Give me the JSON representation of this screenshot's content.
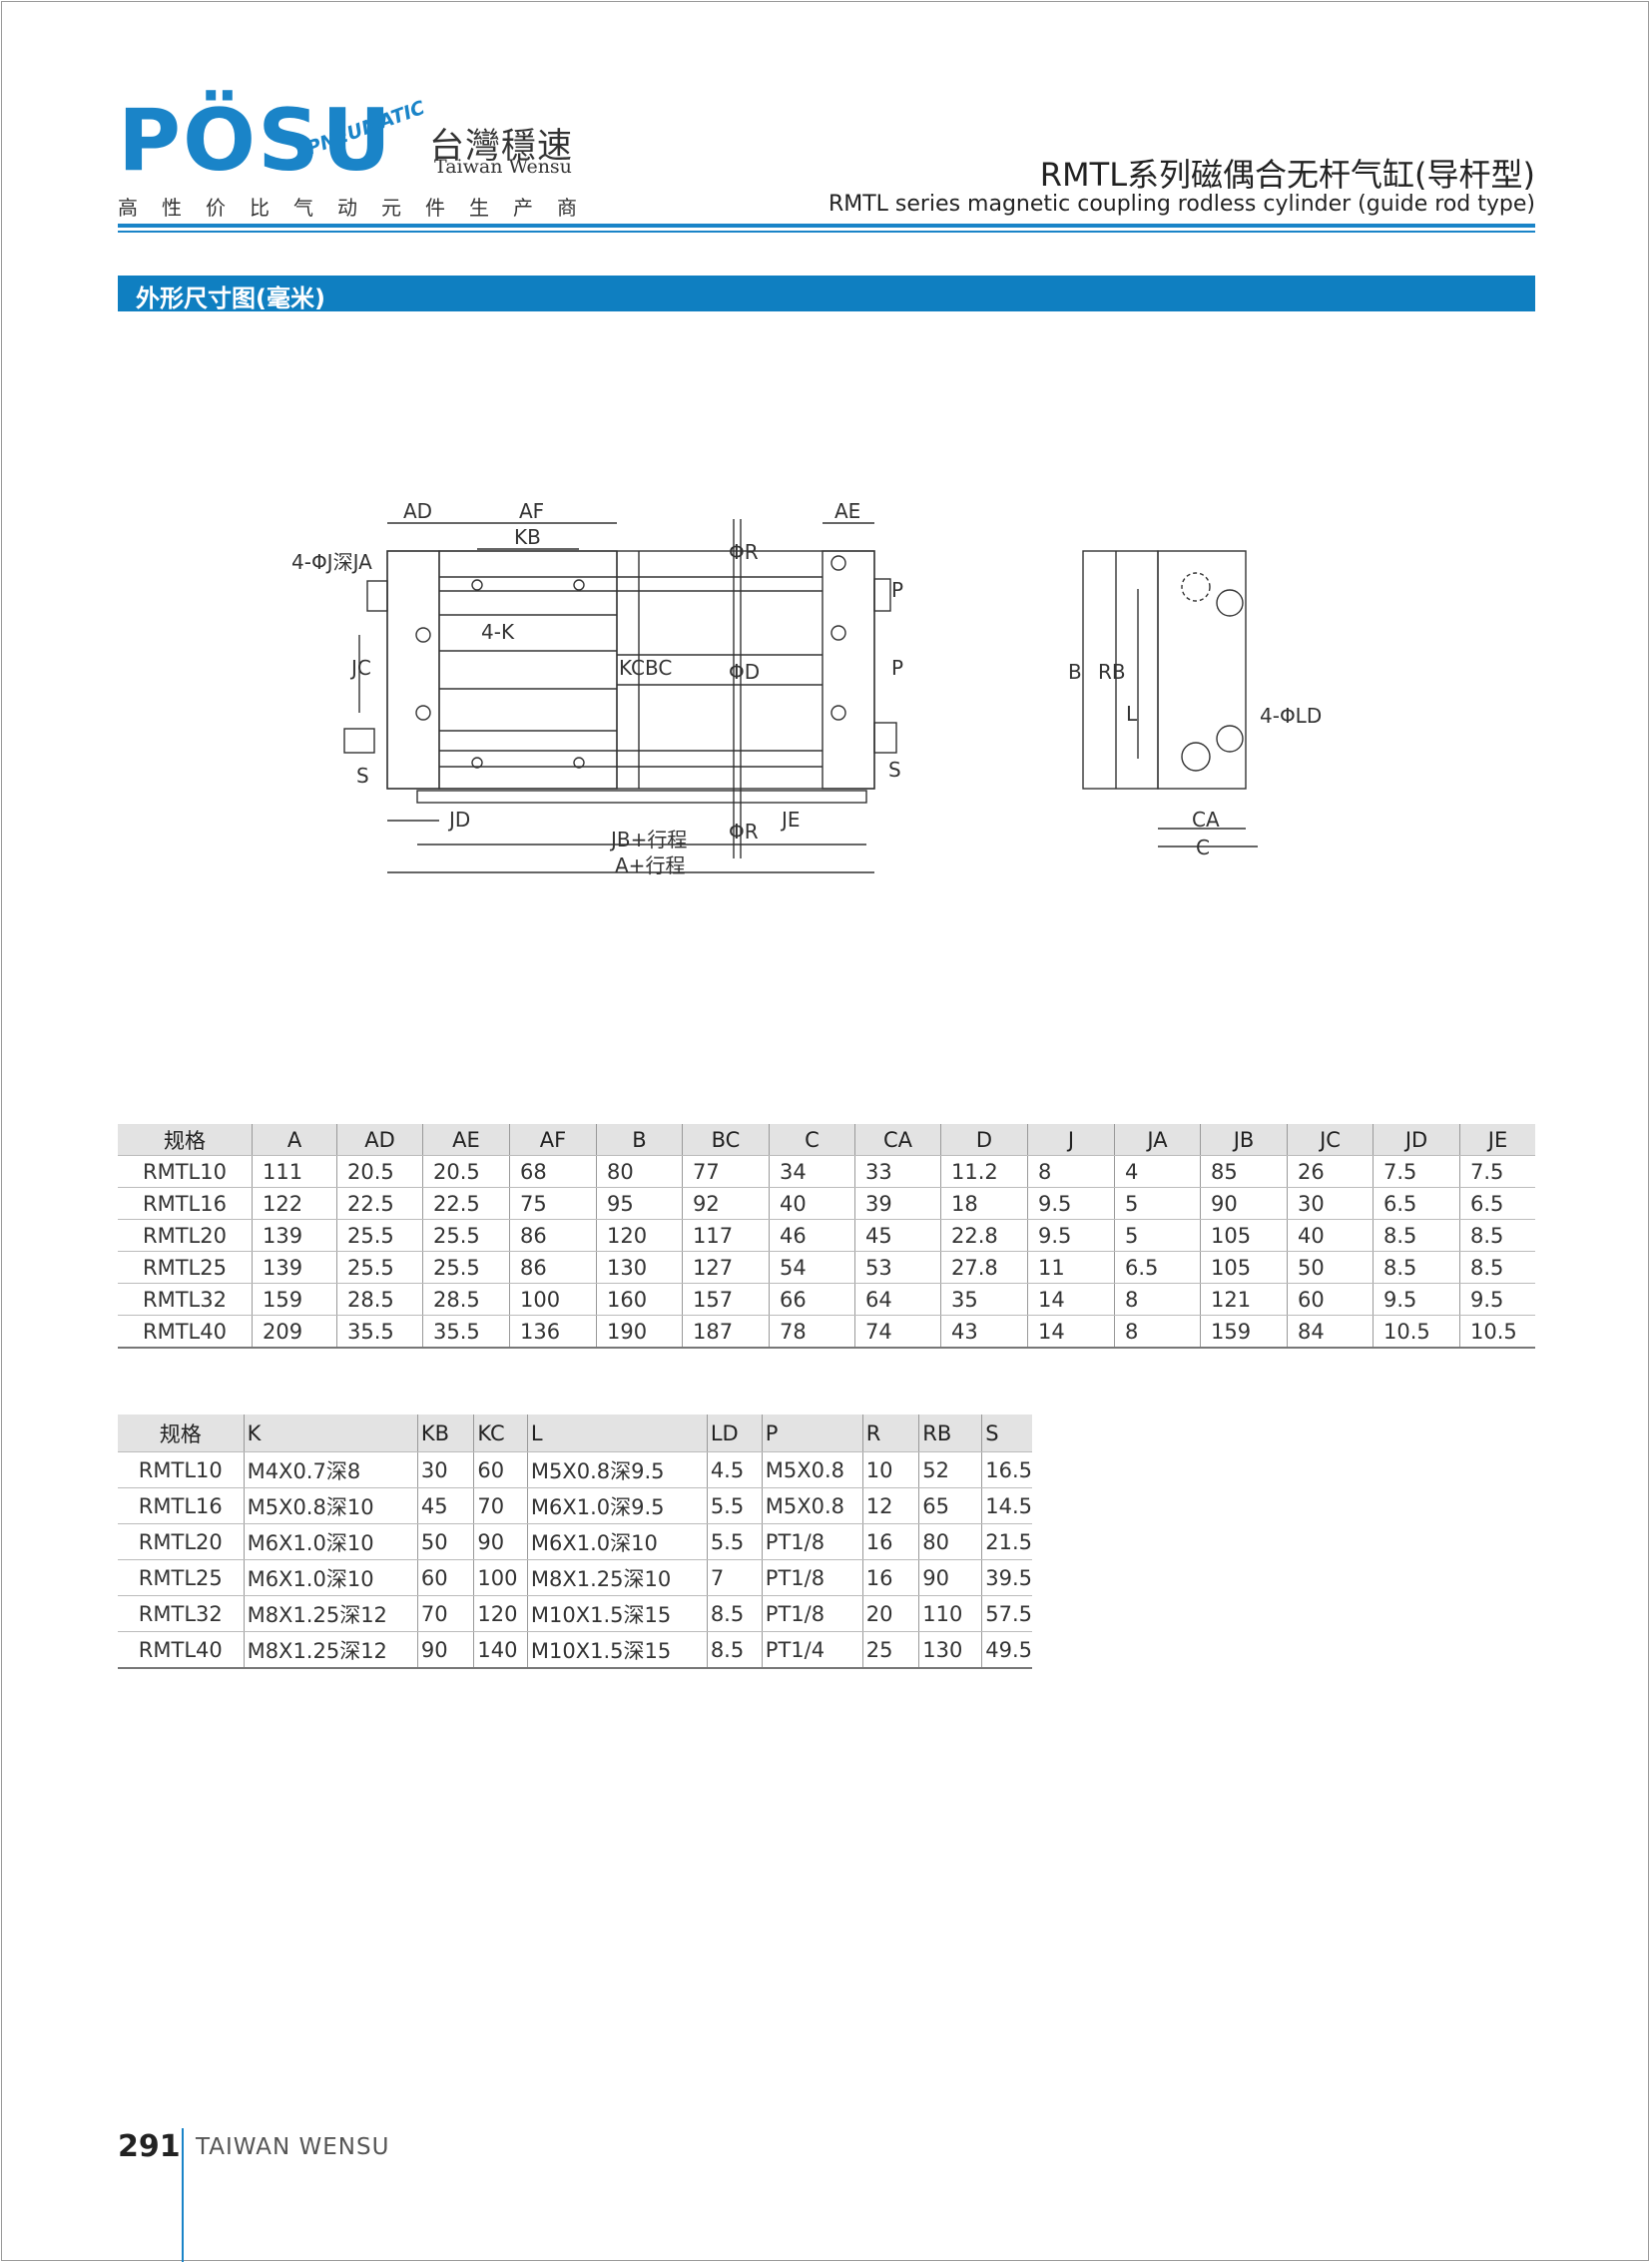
{
  "header": {
    "logo_text": "PÖSU",
    "logo_sub": "PNEUMATIC",
    "brand_cn": "台灣穩速",
    "brand_en": "Taiwan Wensu",
    "slogan": "高性价比气动元件生产商",
    "title_cn": "RMTL系列磁偶合无杆气缸(导杆型)",
    "title_en": "RMTL series magnetic coupling rodless cylinder (guide rod type)"
  },
  "section": {
    "title": "外形尺寸图(毫米)"
  },
  "drawing_labels": {
    "ad": "AD",
    "af": "AF",
    "ae": "AE",
    "kb": "KB",
    "hole": "4-ΦJ深JA",
    "k": "4-K",
    "jc": "JC",
    "kc": "KC",
    "bc": "BC",
    "phi_r_top": "ΦR",
    "phi_d": "ΦD",
    "phi_r_bottom": "ΦR",
    "p1": "P",
    "p2": "P",
    "s_left": "S",
    "s_right": "S",
    "jd": "JD",
    "je": "JE",
    "jb": "JB+行程",
    "a": "A+行程",
    "b": "B",
    "rb": "RB",
    "l": "L",
    "ld": "4-ΦLD",
    "ca": "CA",
    "c": "C"
  },
  "table1": {
    "headers": [
      "规格",
      "A",
      "AD",
      "AE",
      "AF",
      "B",
      "BC",
      "C",
      "CA",
      "D",
      "J",
      "JA",
      "JB",
      "JC",
      "JD",
      "JE"
    ],
    "rows": [
      [
        "RMTL10",
        "111",
        "20.5",
        "20.5",
        "68",
        "80",
        "77",
        "34",
        "33",
        "11.2",
        "8",
        "4",
        "85",
        "26",
        "7.5",
        "7.5"
      ],
      [
        "RMTL16",
        "122",
        "22.5",
        "22.5",
        "75",
        "95",
        "92",
        "40",
        "39",
        "18",
        "9.5",
        "5",
        "90",
        "30",
        "6.5",
        "6.5"
      ],
      [
        "RMTL20",
        "139",
        "25.5",
        "25.5",
        "86",
        "120",
        "117",
        "46",
        "45",
        "22.8",
        "9.5",
        "5",
        "105",
        "40",
        "8.5",
        "8.5"
      ],
      [
        "RMTL25",
        "139",
        "25.5",
        "25.5",
        "86",
        "130",
        "127",
        "54",
        "53",
        "27.8",
        "11",
        "6.5",
        "105",
        "50",
        "8.5",
        "8.5"
      ],
      [
        "RMTL32",
        "159",
        "28.5",
        "28.5",
        "100",
        "160",
        "157",
        "66",
        "64",
        "35",
        "14",
        "8",
        "121",
        "60",
        "9.5",
        "9.5"
      ],
      [
        "RMTL40",
        "209",
        "35.5",
        "35.5",
        "136",
        "190",
        "187",
        "78",
        "74",
        "43",
        "14",
        "8",
        "159",
        "84",
        "10.5",
        "10.5"
      ]
    ]
  },
  "table2": {
    "headers": [
      "规格",
      "K",
      "KB",
      "KC",
      "L",
      "LD",
      "P",
      "R",
      "RB",
      "S"
    ],
    "rows": [
      [
        "RMTL10",
        "M4X0.7深8",
        "30",
        "60",
        "M5X0.8深9.5",
        "4.5",
        "M5X0.8",
        "10",
        "52",
        "16.5"
      ],
      [
        "RMTL16",
        "M5X0.8深10",
        "45",
        "70",
        "M6X1.0深9.5",
        "5.5",
        "M5X0.8",
        "12",
        "65",
        "14.5"
      ],
      [
        "RMTL20",
        "M6X1.0深10",
        "50",
        "90",
        "M6X1.0深10",
        "5.5",
        "PT1/8",
        "16",
        "80",
        "21.5"
      ],
      [
        "RMTL25",
        "M6X1.0深10",
        "60",
        "100",
        "M8X1.25深10",
        "7",
        "PT1/8",
        "16",
        "90",
        "39.5"
      ],
      [
        "RMTL32",
        "M8X1.25深12",
        "70",
        "120",
        "M10X1.5深15",
        "8.5",
        "PT1/8",
        "20",
        "110",
        "57.5"
      ],
      [
        "RMTL40",
        "M8X1.25深12",
        "90",
        "140",
        "M10X1.5深15",
        "8.5",
        "PT1/4",
        "25",
        "130",
        "49.5"
      ]
    ]
  },
  "footer": {
    "page_number": "291",
    "brand": "TAIWAN WENSU"
  },
  "colors": {
    "accent": "#1a84c8",
    "bar": "#0f7fc1",
    "table_header_bg": "#e3e3e3"
  }
}
